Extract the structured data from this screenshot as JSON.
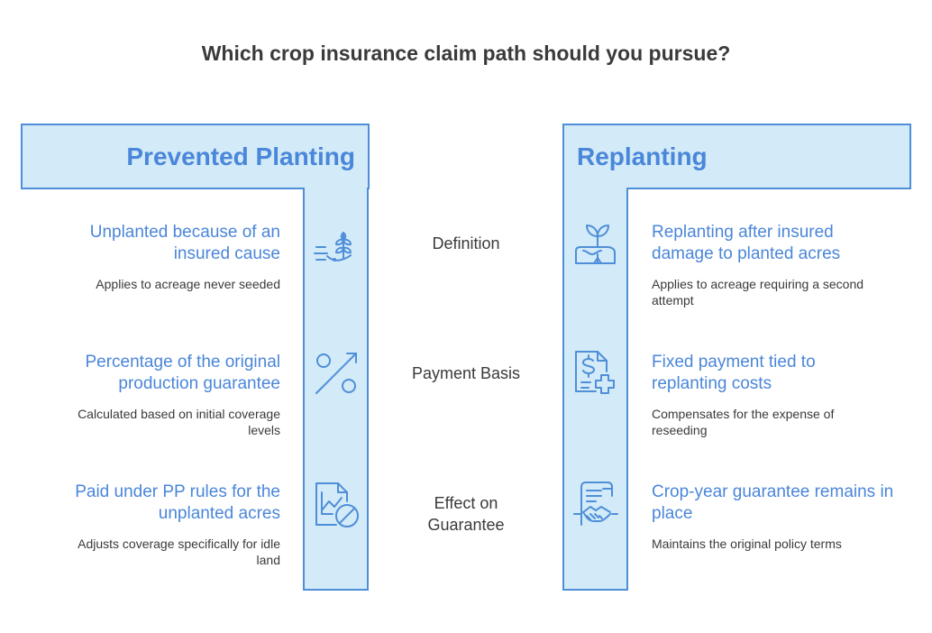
{
  "title": "Which crop insurance claim path should you pursue?",
  "left_header": "Prevented Planting",
  "right_header": "Replanting",
  "rows": [
    {
      "criterion": "Definition",
      "left": {
        "icon": "sprout-in-hand-icon",
        "title": "Unplanted because of an insured cause",
        "desc": "Applies to acreage never seeded"
      },
      "right": {
        "icon": "plant-in-tray-icon",
        "title": "Replanting after insured damage to planted acres",
        "desc": "Applies to acreage requiring a second attempt"
      }
    },
    {
      "criterion": "Payment Basis",
      "left": {
        "icon": "percent-icon",
        "title": "Percentage of the original production guarantee",
        "desc": "Calculated based on initial coverage levels"
      },
      "right": {
        "icon": "invoice-dollar-plus-icon",
        "title": "Fixed payment tied to replanting costs",
        "desc": "Compensates for the expense of reseeding"
      }
    },
    {
      "criterion": "Effect on Guarantee",
      "left": {
        "icon": "chart-document-blocked-icon",
        "title": "Paid under PP rules for the unplanted acres",
        "desc": "Adjusts coverage specifically for idle land"
      },
      "right": {
        "icon": "contract-handshake-icon",
        "title": "Crop-year guarantee remains in place",
        "desc": "Maintains the original policy terms"
      }
    }
  ]
}
